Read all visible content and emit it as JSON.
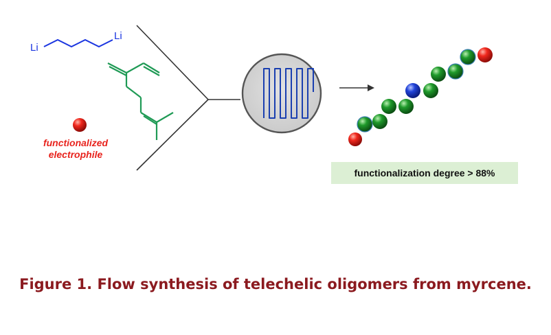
{
  "reagents": {
    "dilithium_left": "Li",
    "dilithium_right": "Li",
    "electrophile_line1": "functionalized",
    "electrophile_line2": "electrophile"
  },
  "result": {
    "badge": "functionalization degree > 88%"
  },
  "caption": "Figure 1. Flow synthesis of telechelic oligomers from myrcene.",
  "colors": {
    "dilithium": "#1a35e0",
    "myrcene": "#1f9a55",
    "electrophile": "#e8231d",
    "monomer": "#1d8a2a",
    "initiator": "#1f3fd0",
    "badge_bg": "#dcefd4",
    "caption": "#8b1a1f",
    "reactor_fill": "#d7d7d7",
    "reactor_ring": "#555555"
  }
}
